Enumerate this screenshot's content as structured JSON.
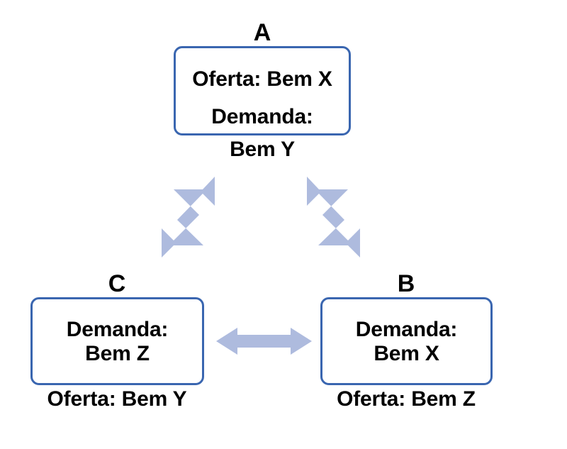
{
  "diagram": {
    "title": "",
    "background_color": "#FFFFFF",
    "box_border_color": "#3A66B0",
    "arrow_color": "#AEBBDE",
    "text_color": "#000000",
    "nodes": [
      {
        "id": "A",
        "letter": "A",
        "line1": "Oferta: Bem X",
        "line2": "Demanda:",
        "line3": "Bem Y",
        "supply": "Bem X",
        "demand": "Bem Y"
      },
      {
        "id": "C",
        "letter": "C",
        "line1": "Demanda:",
        "line2": "Bem Z",
        "line3": "Oferta: Bem Y",
        "supply": "Bem Y",
        "demand": "Bem Z"
      },
      {
        "id": "B",
        "letter": "B",
        "line1": "Demanda:",
        "line2": "Bem X",
        "line3": "Oferta: Bem Z",
        "supply": "Bem Z",
        "demand": "Bem X"
      }
    ],
    "connections": [
      {
        "id": "a-c",
        "from": "A",
        "to": "C",
        "style": "double-headed"
      },
      {
        "id": "a-b",
        "from": "A",
        "to": "B",
        "style": "double-headed"
      },
      {
        "id": "c-b",
        "from": "C",
        "to": "B",
        "style": "double-headed"
      }
    ]
  }
}
